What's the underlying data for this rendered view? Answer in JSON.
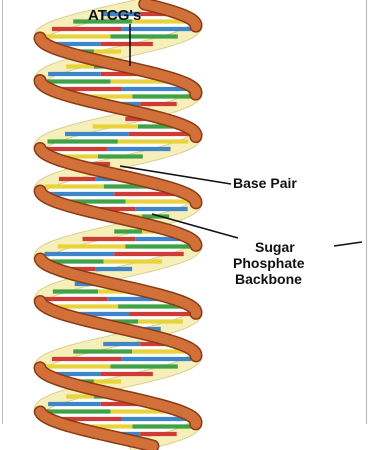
{
  "diagram": {
    "labels": {
      "bases": "ATCG's",
      "base_pair": "Base Pair",
      "backbone_line1": "Sugar",
      "backbone_line2": "Phosphate",
      "backbone_line3": "Backbone"
    },
    "colors": {
      "backbone": "#d2703a",
      "backbone_edge": "#8a3a14",
      "inner_strand": "#f6efb9",
      "base_blue": "#3f86c8",
      "base_red": "#cf3b35",
      "base_green": "#3fa244",
      "base_yellow": "#e8d43a"
    }
  }
}
